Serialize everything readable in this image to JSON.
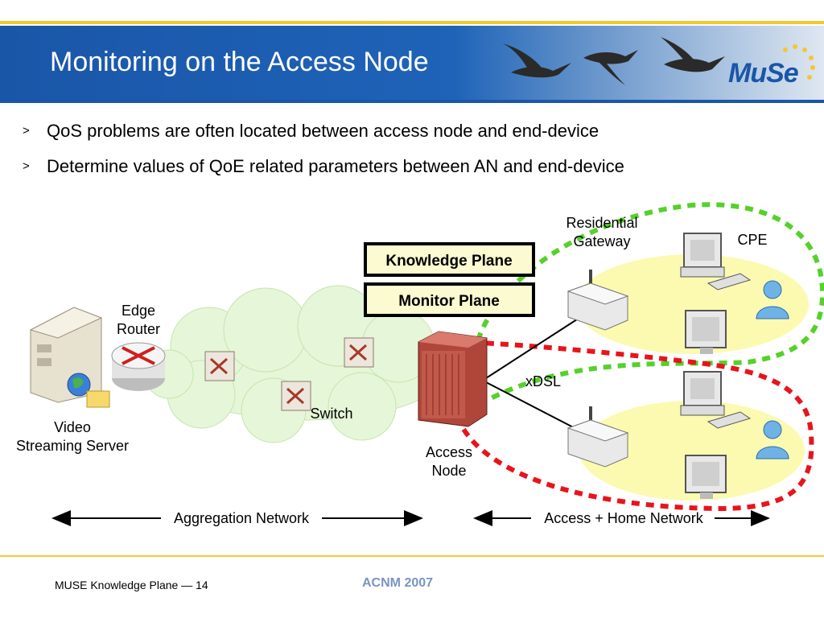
{
  "slide": {
    "title": "Monitoring on the Access Node",
    "logo_text": "MuSe",
    "bullets": [
      {
        "marker": ">",
        "text": "QoS problems are often located between access node and end-device"
      },
      {
        "marker": ">",
        "text": "Determine values of QoE related parameters between AN and end-device"
      }
    ]
  },
  "diagram": {
    "server_label": [
      "Video",
      "Streaming Server"
    ],
    "edge_router_label": [
      "Edge",
      "Router"
    ],
    "switch_label": "Switch",
    "access_node_label": [
      "Access",
      "Node"
    ],
    "knowledge_plane": "Knowledge Plane",
    "monitor_plane": "Monitor Plane",
    "gateway_label": [
      "Residential",
      "Gateway"
    ],
    "cpe_label": "CPE",
    "xdsl_label": "xDSL",
    "aggregation_network": "Aggregation Network",
    "access_home_network": "Access + Home Network",
    "colors": {
      "green_dash": "#55d12c",
      "red_dash": "#e8141c",
      "cloud": "#e6f6d8",
      "home_ellipse": "#fbfab0"
    }
  },
  "footer": {
    "left": "MUSE Knowledge Plane — 14",
    "center": "ACNM 2007"
  }
}
